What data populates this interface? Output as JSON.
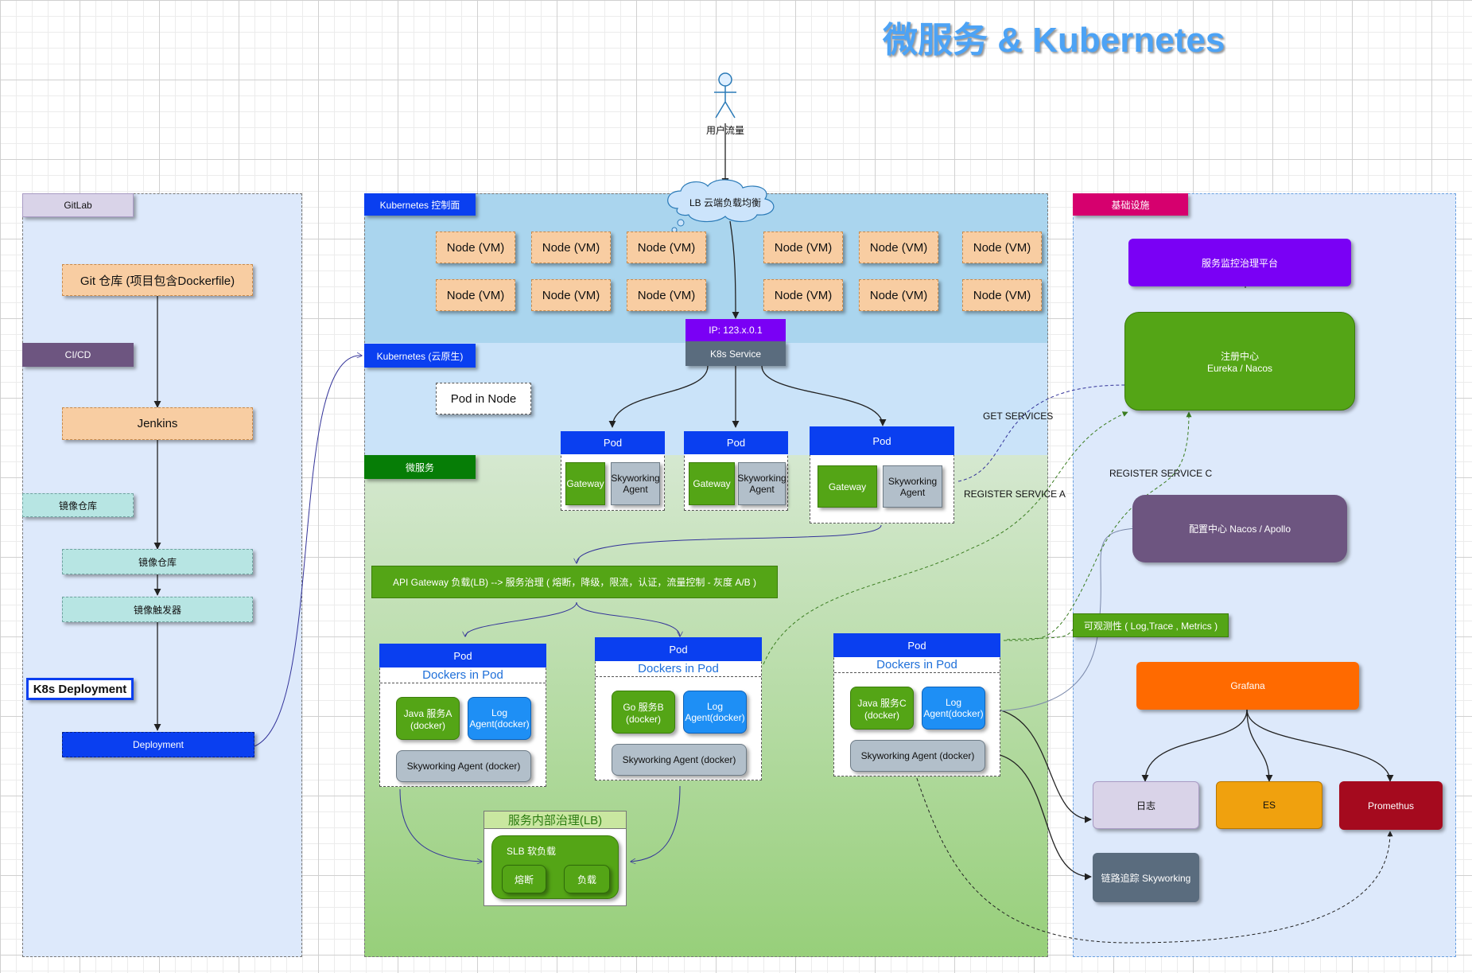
{
  "title": "微服务 & Kubernetes",
  "user": {
    "label": "用户流量"
  },
  "lb": {
    "label": "LB 云端负载均衡"
  },
  "left": {
    "gitlab": "GitLab",
    "git_repo": "Git 仓库 (项目包含Dockerfile)",
    "cicd": "CI/CD",
    "jenkins": "Jenkins",
    "image_repo_tag": "镜像仓库",
    "image_repo": "镜像仓库",
    "image_trigger": "镜像触发器",
    "k8s_deployment": "K8s Deployment",
    "deployment": "Deployment"
  },
  "k8s": {
    "control_plane": "Kubernetes 控制面",
    "cloud_native": "Kubernetes (云原生)",
    "microservice": "微服务",
    "nodes": [
      "Node (VM)",
      "Node (VM)",
      "Node (VM)",
      "Node (VM)",
      "Node (VM)",
      "Node (VM)",
      "Node (VM)",
      "Node (VM)",
      "Node (VM)",
      "Node (VM)",
      "Node (VM)",
      "Node (VM)"
    ],
    "service_ip": "IP: 123.x.0.1",
    "service_name": "K8s Service",
    "pod_in_node": "Pod in Node",
    "gw_pods": [
      {
        "title": "Pod",
        "gateway": "Gateway",
        "agent": "Skyworking Agent"
      },
      {
        "title": "Pod",
        "gateway": "Gateway",
        "agent": "Skyworking Agent"
      },
      {
        "title": "Pod",
        "gateway": "Gateway",
        "agent": "Skyworking Agent"
      }
    ],
    "api_gateway": "API Gateway 负载(LB) --> 服务治理 ( 熔断，降级，限流，认证，流量控制 - 灰度 A/B )",
    "svc_pods": [
      {
        "title": "Pod",
        "sub": "Dockers in Pod",
        "svc": "Java 服务A (docker)",
        "log": "Log Agent(docker)",
        "agent": "Skyworking Agent (docker)"
      },
      {
        "title": "Pod",
        "sub": "Dockers in Pod",
        "svc": "Go 服务B (docker)",
        "log": "Log Agent(docker)",
        "agent": "Skyworking Agent (docker)"
      },
      {
        "title": "Pod",
        "sub": "Dockers in Pod",
        "svc": "Java 服务C (docker)",
        "log": "Log Agent(docker)",
        "agent": "Skyworking Agent (docker)"
      }
    ],
    "internal": {
      "title": "服务内部治理(LB)",
      "slb": "SLB 软负载",
      "fuse": "熔断",
      "load": "负载"
    }
  },
  "edges": {
    "get_services": "GET SERVICES",
    "register_a": "REGISTER SERVICE A",
    "register_c": "REGISTER SERVICE C"
  },
  "infra": {
    "title": "基础设施",
    "monitor": "服务监控治理平台",
    "registry": "注册中心",
    "registry_sub": "Eureka / Nacos",
    "config": "配置中心 Nacos / Apollo",
    "observe": "可观测性 ( Log,Trace , Metrics )",
    "grafana": "Grafana",
    "log": "日志",
    "es": "ES",
    "prometheus": "Promethus",
    "trace": "链路追踪 Skyworking"
  },
  "colors": {
    "accent_blue": "#0a3ff0",
    "accent_green": "#54a516",
    "infra_pink": "#d6006e",
    "monitor_purple": "#7a00f5",
    "grafana_orange": "#ff6a00",
    "prometheus_red": "#a50a1e",
    "config_purple": "#6d5580"
  }
}
